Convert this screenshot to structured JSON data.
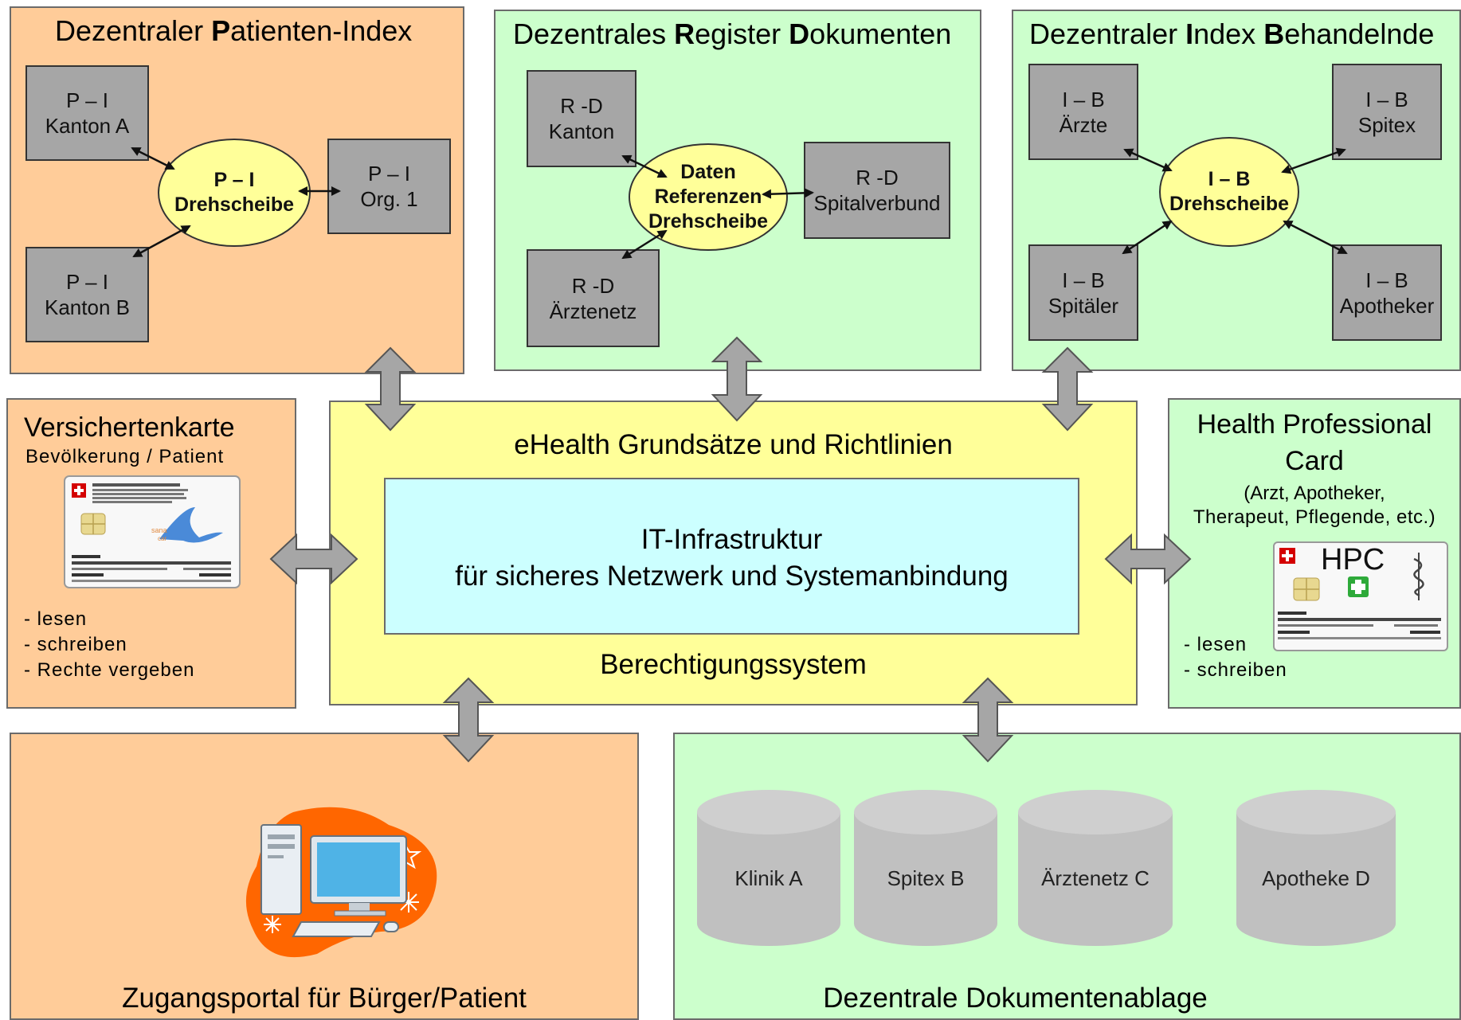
{
  "patient_index": {
    "title_parts": [
      "Dezentraler ",
      "P",
      "atienten-Index"
    ],
    "hub": [
      "P – I",
      "Drehscheibe"
    ],
    "nodes": [
      {
        "line1": "P – I",
        "line2": "Kanton A"
      },
      {
        "line1": "P – I",
        "line2": "Org. 1"
      },
      {
        "line1": "P – I",
        "line2": "Kanton B"
      }
    ]
  },
  "register": {
    "title_parts": [
      "Dezentrales ",
      "R",
      "egister ",
      "D",
      "okumenten"
    ],
    "hub": [
      "Daten",
      "Referenzen",
      "Drehscheibe"
    ],
    "nodes": [
      {
        "line1": "R -D",
        "line2": "Kanton"
      },
      {
        "line1": "R -D",
        "line2": "Spitalverbund"
      },
      {
        "line1": "R -D",
        "line2": "Ärztenetz"
      }
    ]
  },
  "treating_index": {
    "title_parts": [
      "Dezentraler ",
      "I",
      "ndex ",
      "B",
      "ehandelnde"
    ],
    "hub": [
      "I – B",
      "Drehscheibe"
    ],
    "nodes": [
      {
        "line1": "I – B",
        "line2": "Ärzte"
      },
      {
        "line1": "I – B",
        "line2": "Spitex"
      },
      {
        "line1": "I – B",
        "line2": "Spitäler"
      },
      {
        "line1": "I – B",
        "line2": "Apotheker"
      }
    ]
  },
  "insurance_card": {
    "title": "Versichertenkarte",
    "subtitle": "Bevölkerung / Patient",
    "actions": [
      "- lesen",
      "- schreiben",
      "- Rechte vergeben"
    ]
  },
  "core": {
    "title": "eHealth Grundsätze und Richtlinien",
    "infra_line1": "IT-Infrastruktur",
    "infra_line2": "für sicheres Netzwerk und Systemanbindung",
    "auth": "Berechtigungssystem"
  },
  "hpc": {
    "title_line1": "Health Professional",
    "title_line2": "Card",
    "subtitle_line1": "(Arzt, Apotheker,",
    "subtitle_line2": "Therapeut, Pflegende, etc.)",
    "card_label": "HPC",
    "actions": [
      "- lesen",
      "- schreiben"
    ]
  },
  "portal": {
    "title": "Zugangsportal für Bürger/Patient"
  },
  "storage": {
    "title": "Dezentrale Dokumentenablage",
    "stores": [
      "Klinik A",
      "Spitex B",
      "Ärztenetz C",
      "Apotheke D"
    ]
  },
  "colors": {
    "orange_panel": "#ffcc99",
    "green_panel": "#ccffcc",
    "yellow_core": "#ffff99",
    "cyan_infra": "#ccffff",
    "grey_node": "#a6a6a6",
    "portal_blob": "#ff6600"
  }
}
